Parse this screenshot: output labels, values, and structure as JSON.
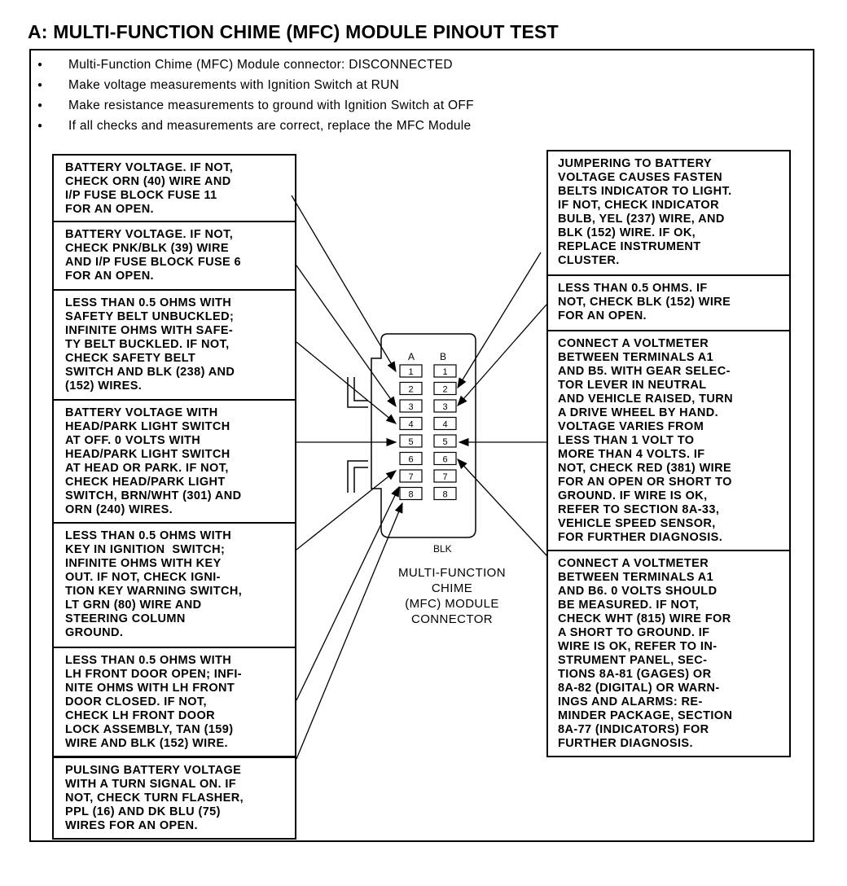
{
  "title": "A: MULTI-FUNCTION CHIME (MFC) MODULE PINOUT TEST",
  "bullets": [
    "Multi-Function Chime  (MFC) Module connector: DISCONNECTED",
    "Make voltage measurements with Ignition Switch at RUN",
    "Make resistance measurements to ground with Ignition Switch at OFF",
    "If all checks and measurements are correct, replace the MFC Module"
  ],
  "left_boxes": [
    "BATTERY VOLTAGE. IF NOT,\nCHECK ORN (40) WIRE AND\nI/P FUSE BLOCK FUSE 11\nFOR AN OPEN.",
    "BATTERY VOLTAGE. IF NOT,\nCHECK PNK/BLK (39) WIRE\nAND I/P FUSE BLOCK FUSE 6\nFOR AN OPEN.",
    "LESS THAN 0.5 OHMS WITH\nSAFETY BELT UNBUCKLED;\nINFINITE OHMS WITH SAFE-\nTY BELT BUCKLED. IF NOT,\nCHECK SAFETY BELT\nSWITCH AND BLK (238) AND\n(152) WIRES.",
    "BATTERY VOLTAGE WITH\nHEAD/PARK LIGHT SWITCH\nAT OFF. 0 VOLTS WITH\nHEAD/PARK LIGHT SWITCH\nAT HEAD OR PARK. IF NOT,\nCHECK HEAD/PARK LIGHT\nSWITCH, BRN/WHT (301) AND\nORN (240) WIRES.",
    "LESS THAN 0.5 OHMS WITH\nKEY IN IGNITION  SWITCH;\nINFINITE OHMS WITH KEY\nOUT. IF NOT, CHECK IGNI-\nTION KEY WARNING SWITCH,\nLT GRN (80) WIRE AND\nSTEERING COLUMN\nGROUND.",
    "LESS THAN 0.5 OHMS WITH\nLH FRONT DOOR OPEN; INFI-\nNITE OHMS WITH LH FRONT\nDOOR CLOSED. IF NOT,\nCHECK LH FRONT DOOR\nLOCK ASSEMBLY, TAN (159)\nWIRE AND BLK (152) WIRE.",
    "PULSING BATTERY VOLTAGE\nWITH A TURN SIGNAL ON. IF\nNOT, CHECK TURN FLASHER,\nPPL (16) AND DK BLU (75)\nWIRES FOR AN OPEN."
  ],
  "right_boxes": [
    "JUMPERING TO BATTERY\nVOLTAGE CAUSES FASTEN\nBELTS INDICATOR TO LIGHT.\nIF NOT, CHECK INDICATOR\nBULB, YEL (237) WIRE, AND\nBLK (152) WIRE. IF OK,\nREPLACE INSTRUMENT\nCLUSTER.",
    "LESS THAN 0.5 OHMS. IF\nNOT, CHECK BLK (152) WIRE\nFOR AN OPEN.",
    "CONNECT A VOLTMETER\nBETWEEN TERMINALS A1\nAND B5. WITH GEAR SELEC-\nTOR LEVER IN NEUTRAL\nAND VEHICLE RAISED, TURN\nA DRIVE WHEEL BY HAND.\nVOLTAGE VARIES FROM\nLESS THAN 1 VOLT TO\nMORE THAN 4 VOLTS. IF\nNOT, CHECK RED (381) WIRE\nFOR AN OPEN OR SHORT TO\nGROUND. IF WIRE IS OK,\nREFER TO SECTION 8A-33,\nVEHICLE SPEED SENSOR,\nFOR FURTHER DIAGNOSIS.",
    "CONNECT A VOLTMETER\nBETWEEN TERMINALS A1\nAND B6. 0 VOLTS SHOULD\nBE MEASURED. IF NOT,\nCHECK WHT (815) WIRE FOR\nA SHORT TO GROUND. IF\nWIRE IS OK, REFER TO IN-\nSTRUMENT PANEL, SEC-\nTIONS 8A-81 (GAGES) OR\n8A-82 (DIGITAL) OR WARN-\nINGS AND ALARMS: RE-\nMINDER PACKAGE, SECTION\n8A-77 (INDICATORS) FOR\nFURTHER DIAGNOSIS."
  ],
  "connector": {
    "col_a": "A",
    "col_b": "B",
    "pins": [
      "1",
      "2",
      "3",
      "4",
      "5",
      "6",
      "7",
      "8"
    ],
    "color_label": "BLK",
    "name": "MULTI-FUNCTION\nCHIME\n(MFC) MODULE\nCONNECTOR"
  }
}
